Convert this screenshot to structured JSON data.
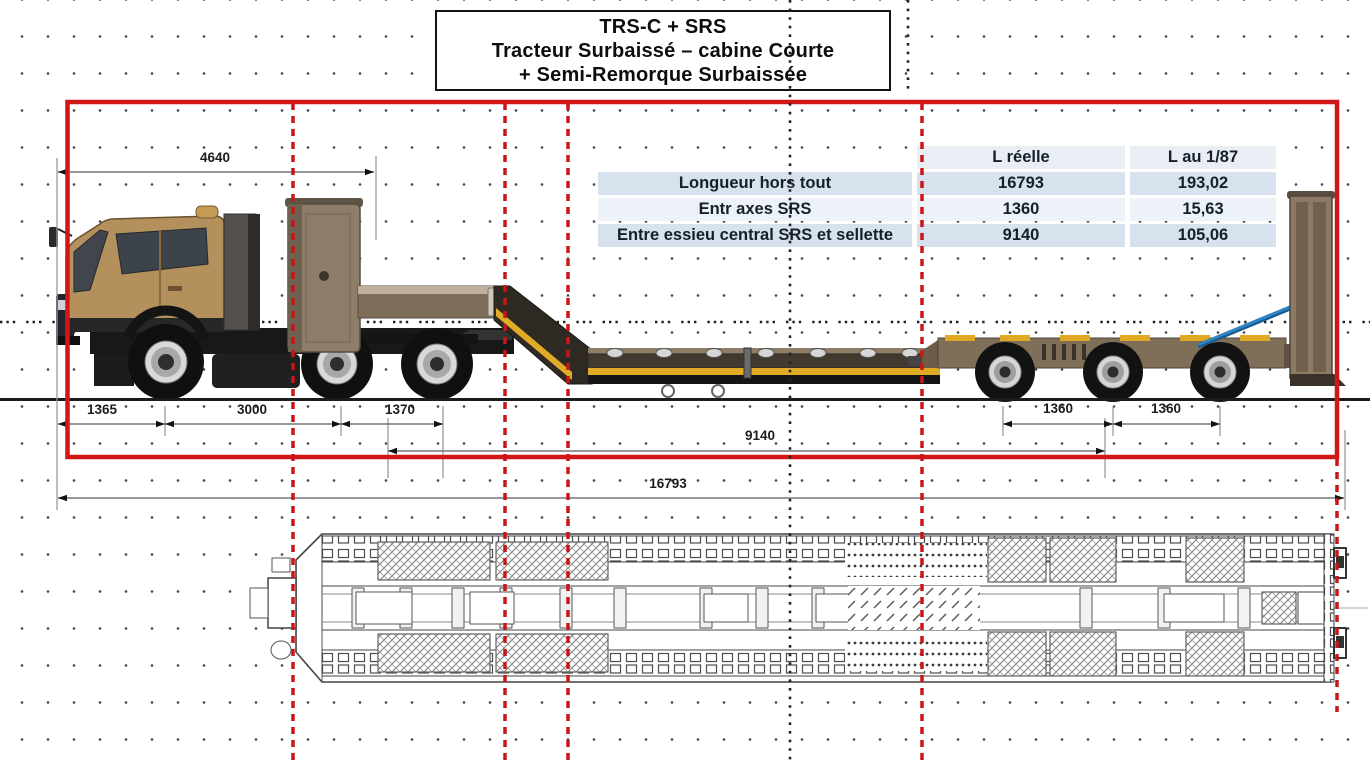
{
  "title_box": {
    "lines": [
      "TRS-C + SRS",
      "Tracteur Surbaissé – cabine Courte",
      "+ Semi-Remorque Surbaissée"
    ]
  },
  "spec_table": {
    "headers": {
      "label": "",
      "real": "L réelle",
      "scale": "L au 1/87"
    },
    "rows": [
      {
        "label": "Longueur hors tout",
        "real": "16793",
        "scale": "193,02"
      },
      {
        "label": "Entr axes SRS",
        "real": "1360",
        "scale": "15,63"
      },
      {
        "label": "Entre essieu central SRS et sellette",
        "real": "9140",
        "scale": "105,06"
      }
    ]
  },
  "dimensions": {
    "gooseneck_span": "4640",
    "front_overhang": "1365",
    "tractor_wheelbase": "3000",
    "tractor_tandem_spacing": "1370",
    "srs_axle_spacing_1": "1360",
    "srs_axle_spacing_2": "1360",
    "sellette_to_central_axle": "9140",
    "overall_length": "16793"
  },
  "colors": {
    "red_marker": "#d01616",
    "cab_tan": "#b3905c",
    "trailer_brown": "#8d7b66",
    "accent_yellow": "#e0ab26",
    "cable_blue": "#2f86c8",
    "table_band": "#d8e1ee",
    "table_band_light": "#edf1f8"
  }
}
